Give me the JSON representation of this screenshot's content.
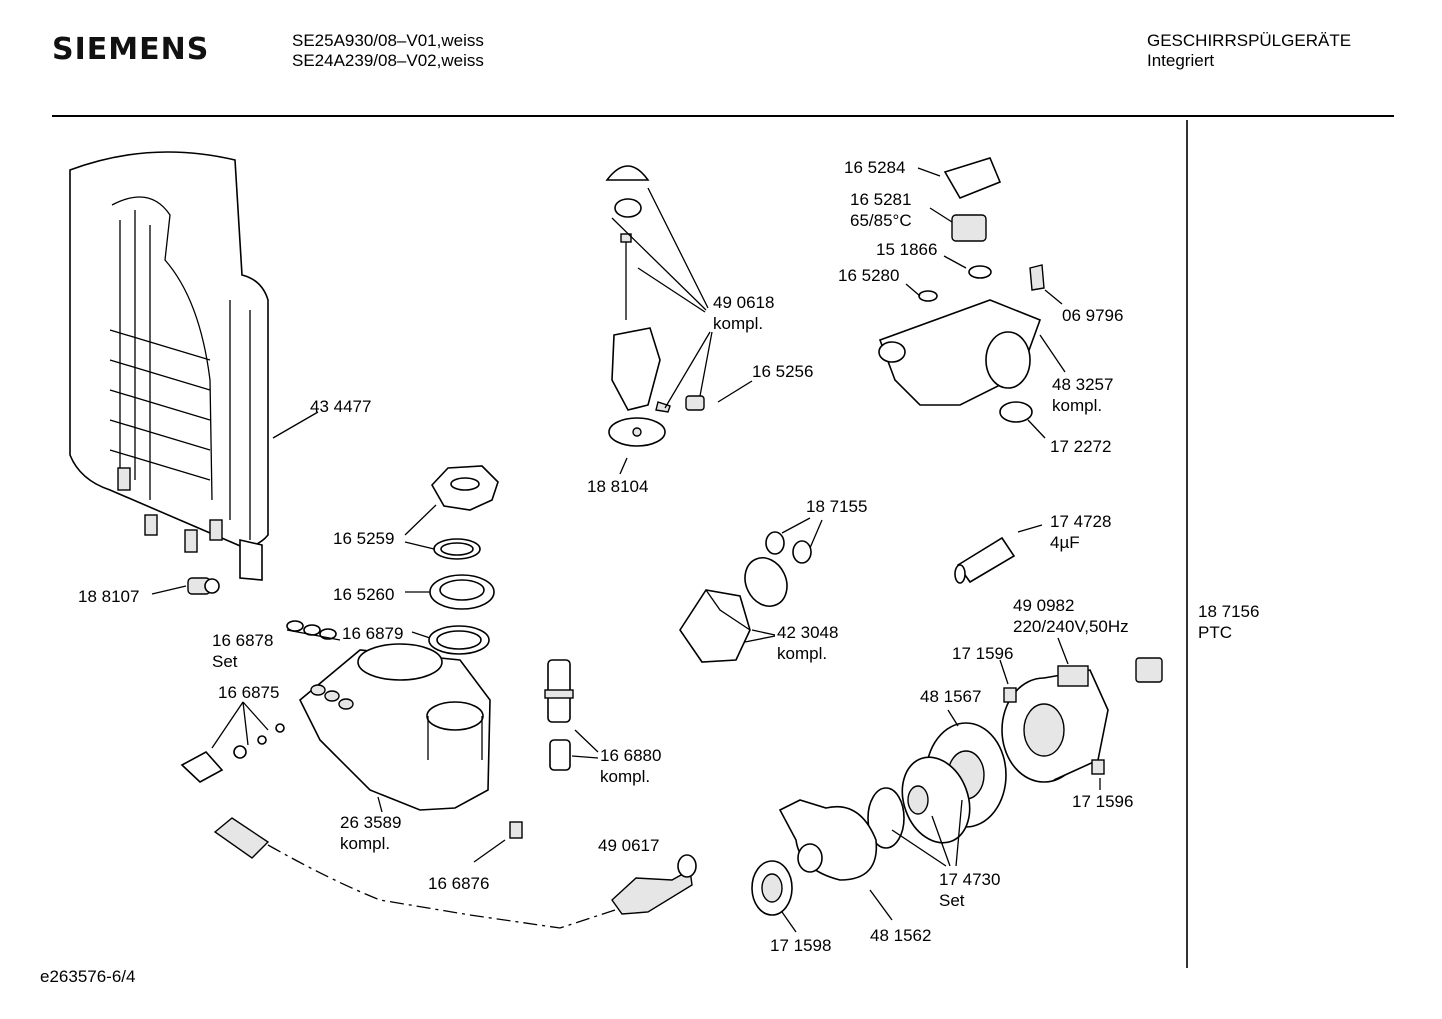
{
  "header": {
    "brand": "SIEMENS",
    "models": [
      "SE25A930/08–V01,weiss",
      "SE24A239/08–V02,weiss"
    ],
    "category": "GESCHIRRSPÜLGERÄTE",
    "subcategory": "Integriert"
  },
  "footer": {
    "code": "e263576-6/4"
  },
  "parts": {
    "p434477": "43 4477",
    "p188107": "18 8107",
    "p165259": "16 5259",
    "p165260": "16 5260",
    "p166878": [
      "16 6878",
      "Set"
    ],
    "p166879": "16 6879",
    "p166875": "16 6875",
    "p263589": [
      "26 3589",
      "kompl."
    ],
    "p166876": "16 6876",
    "p490618": [
      "49 0618",
      "kompl."
    ],
    "p165256": "16 5256",
    "p188104": "18 8104",
    "p187155": "18 7155",
    "p423048": [
      "42 3048",
      "kompl."
    ],
    "p166880": [
      "16 6880",
      "kompl."
    ],
    "p490617": "49 0617",
    "p165284": "16 5284",
    "p165281": [
      "16 5281",
      "65/85°C"
    ],
    "p151866": "15 1866",
    "p165280": "16 5280",
    "p069796": "06 9796",
    "p483257": [
      "48 3257",
      "kompl."
    ],
    "p172272": "17 2272",
    "p174728": [
      "17 4728",
      "4µF"
    ],
    "p490982": [
      "49 0982",
      "220/240V,50Hz"
    ],
    "p171596a": "17 1596",
    "p481567": "48 1567",
    "p171596b": "17 1596",
    "p174730": [
      "17 4730",
      "Set"
    ],
    "p481562": "48 1562",
    "p171598": "17 1598",
    "p187156": [
      "18 7156",
      "PTC"
    ]
  }
}
